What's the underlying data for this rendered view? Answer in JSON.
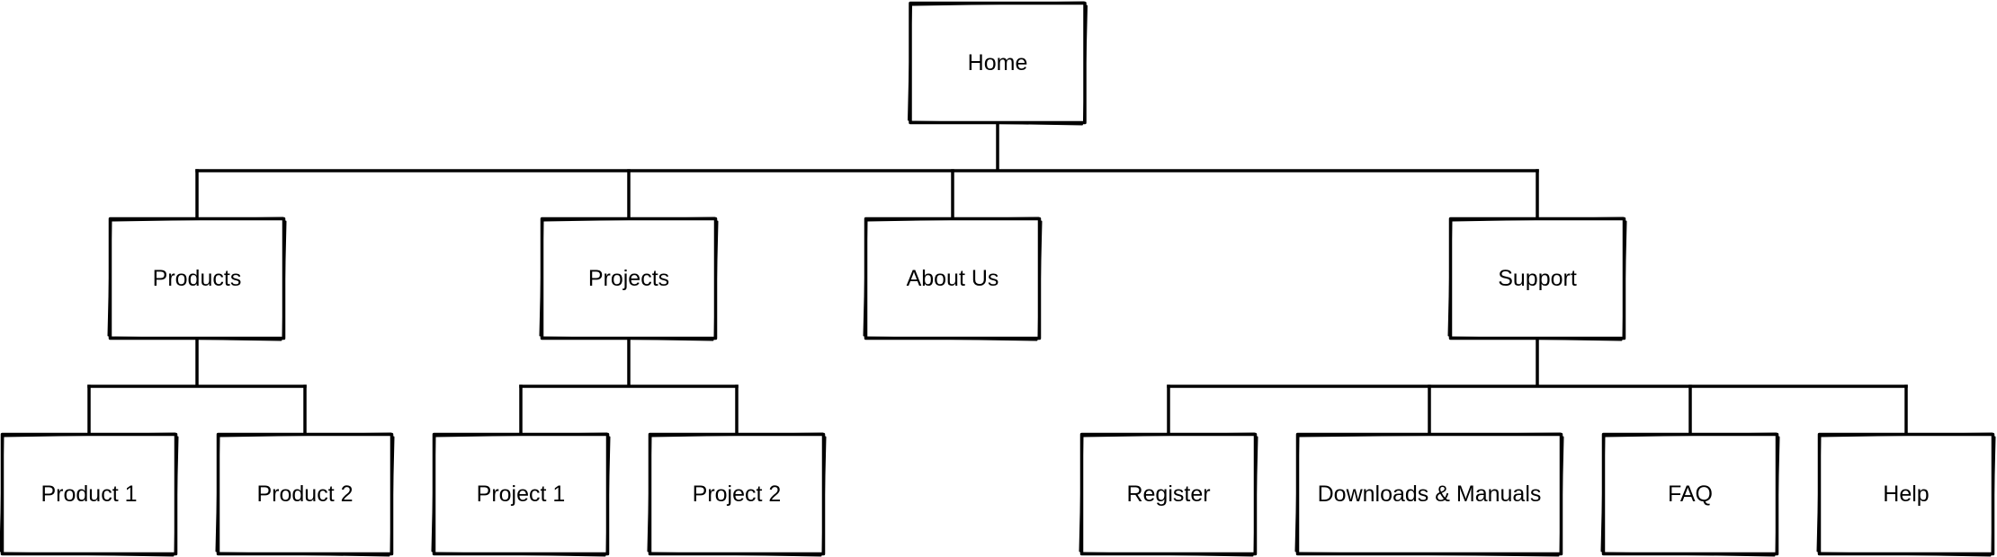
{
  "diagram": {
    "nodes": {
      "home": "Home",
      "products": "Products",
      "projects": "Projects",
      "about_us": "About Us",
      "support": "Support",
      "product_1": "Product 1",
      "product_2": "Product 2",
      "project_1": "Project 1",
      "project_2": "Project 2",
      "register": "Register",
      "downloads_manuals": "Downloads & Manuals",
      "faq": "FAQ",
      "help": "Help"
    },
    "edges": [
      [
        "home",
        "products"
      ],
      [
        "home",
        "projects"
      ],
      [
        "home",
        "about_us"
      ],
      [
        "home",
        "support"
      ],
      [
        "products",
        "product_1"
      ],
      [
        "products",
        "product_2"
      ],
      [
        "projects",
        "project_1"
      ],
      [
        "projects",
        "project_2"
      ],
      [
        "support",
        "register"
      ],
      [
        "support",
        "downloads_manuals"
      ],
      [
        "support",
        "faq"
      ],
      [
        "support",
        "help"
      ]
    ],
    "colors": {
      "stroke": "#000000",
      "fill": "#ffffff",
      "text": "#000000"
    }
  }
}
